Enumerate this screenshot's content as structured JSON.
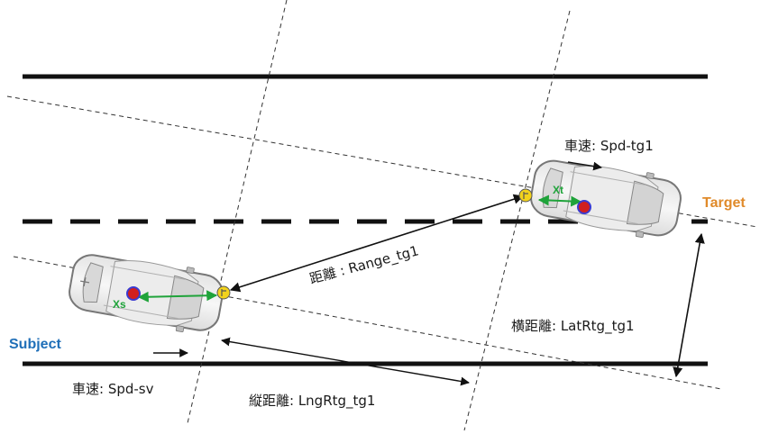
{
  "labels": {
    "subject": "Subject",
    "target": "Target",
    "subject_speed": "車速: Spd-sv",
    "target_speed": "車速: Spd-tg1",
    "range": "距離 : Range_tg1",
    "lateral": "横距離: LatRtg_tg1",
    "longitudinal": "縦距離: LngRtg_tg1",
    "xs": "Xs",
    "xt": "Xt"
  },
  "colors": {
    "subject_label": "#1f6fb8",
    "target_label": "#e08a2a",
    "axis_arrow": "#1fa33a",
    "center_dot": "#d11f1f",
    "sensor_dot": "#f2d21c",
    "road_line": "#111111"
  }
}
